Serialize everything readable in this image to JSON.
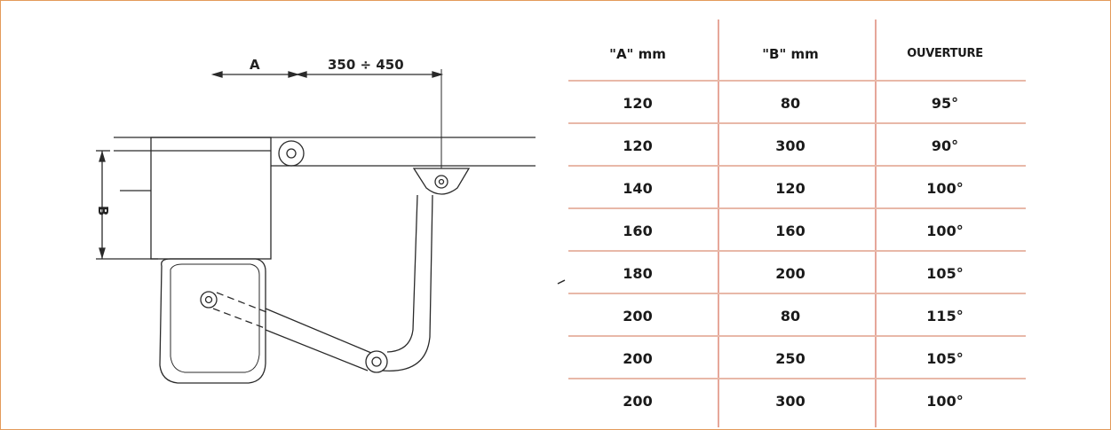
{
  "dimension_labels": {
    "a": "A",
    "range": "350 ÷ 450",
    "b": "B"
  },
  "table": {
    "headers": [
      "\"A\" mm",
      "\"B\" mm",
      "OUVERTURE"
    ],
    "rows": [
      [
        "120",
        "80",
        "95°"
      ],
      [
        "120",
        "300",
        "90°"
      ],
      [
        "140",
        "120",
        "100°"
      ],
      [
        "160",
        "160",
        "100°"
      ],
      [
        "180",
        "200",
        "105°"
      ],
      [
        "200",
        "80",
        "115°"
      ],
      [
        "200",
        "250",
        "105°"
      ],
      [
        "200",
        "300",
        "100°"
      ]
    ]
  },
  "colors": {
    "frame_border": "#e39a5a",
    "table_lines": "#e6a79a",
    "drawing_lines": "#2a2a2a"
  }
}
